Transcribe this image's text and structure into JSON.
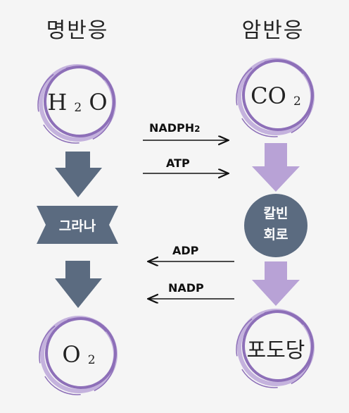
{
  "titles": {
    "light": "명반응",
    "dark": "암반응"
  },
  "circles": {
    "h2o": {
      "main": "H ",
      "sub": "2",
      "tail": " O"
    },
    "co2": {
      "main": "CO ",
      "sub": "2"
    },
    "o2": {
      "main": "O ",
      "sub": "2"
    },
    "glucose": {
      "text": "포도당"
    }
  },
  "nodes": {
    "grana": "그라나",
    "calvin_line1": "칼빈",
    "calvin_line2": "회로"
  },
  "arrows": {
    "nadph": {
      "main": "NADPH",
      "sub": "2"
    },
    "atp": "ATP",
    "adp": "ADP",
    "nadp": "NADP"
  },
  "colors": {
    "slate": "#5b6b80",
    "purple": "#b8a2d6",
    "ring_dark": "#8d6fb8",
    "ring_light": "#c4b2dd"
  }
}
